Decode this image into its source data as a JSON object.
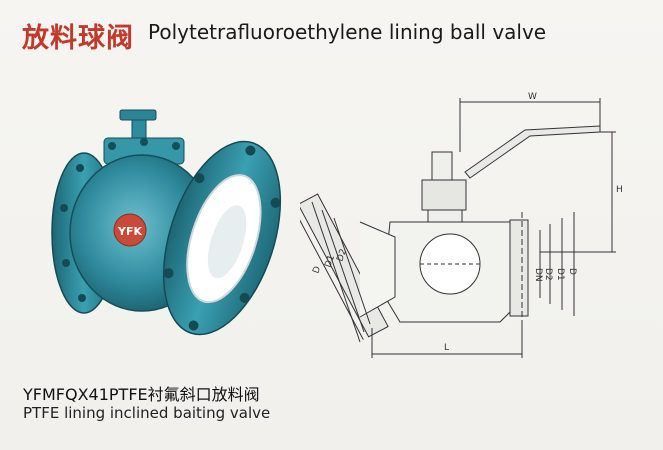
{
  "header": {
    "title_zh": "放料球阀",
    "title_en": "Polytetrafluoroethylene lining ball valve"
  },
  "product_photo": {
    "logo_text": "YFK",
    "body_color": "#2f8c9e",
    "lining_color": "#ffffff"
  },
  "drawing": {
    "labels": {
      "w": "W",
      "h": "H",
      "l": "L",
      "d_left": "D",
      "d1_left": "D1",
      "d2_left": "D2",
      "dn": "DN",
      "d2_right": "D2",
      "d1_right": "D1",
      "d_right": "D"
    }
  },
  "captions": {
    "model": "YFMFQX41PTFE衬氟斜口放料阀",
    "description": "PTFE lining inclined baiting valve"
  }
}
